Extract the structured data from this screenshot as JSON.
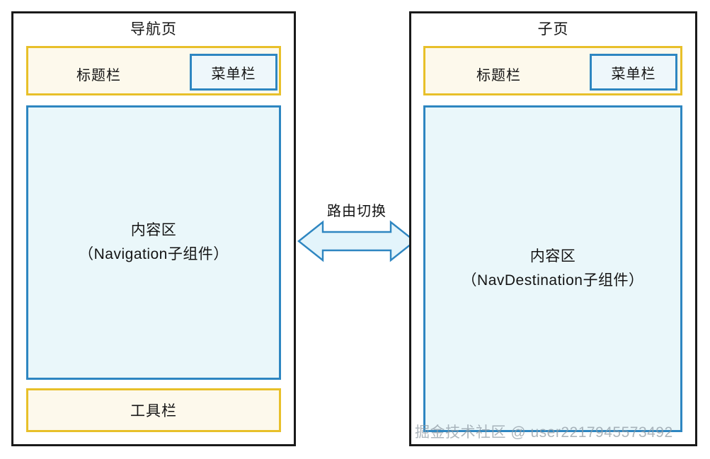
{
  "diagram": {
    "type": "block-diagram",
    "panels": [
      {
        "id": "navigation-page",
        "title": "导航页",
        "title_bar": {
          "label": "标题栏",
          "menu_box": "菜单栏"
        },
        "content": {
          "line1": "内容区",
          "line2": "（Navigation子组件）"
        },
        "toolbar": {
          "label": "工具栏"
        }
      },
      {
        "id": "sub-page",
        "title": "子页",
        "title_bar": {
          "label": "标题栏",
          "menu_box": "菜单栏"
        },
        "content": {
          "line1": "内容区",
          "line2": "（NavDestination子组件）"
        }
      }
    ],
    "connector": {
      "label": "路由切换",
      "icon": "double-headed-horizontal-arrow"
    },
    "watermark": "掘金技术社区 @ user2217945573492",
    "colors": {
      "panel_border": "#1a1a1a",
      "yellow_border": "#e8c02a",
      "yellow_fill": "#fdf9ec",
      "blue_border": "#2e86c1",
      "blue_fill": "#eaf7fa",
      "menu_fill": "#eef7fb",
      "arrow_stroke": "#2e86c1",
      "arrow_fill": "#e3f4fb",
      "text": "#141414",
      "watermark": "#8e9aa3"
    }
  }
}
